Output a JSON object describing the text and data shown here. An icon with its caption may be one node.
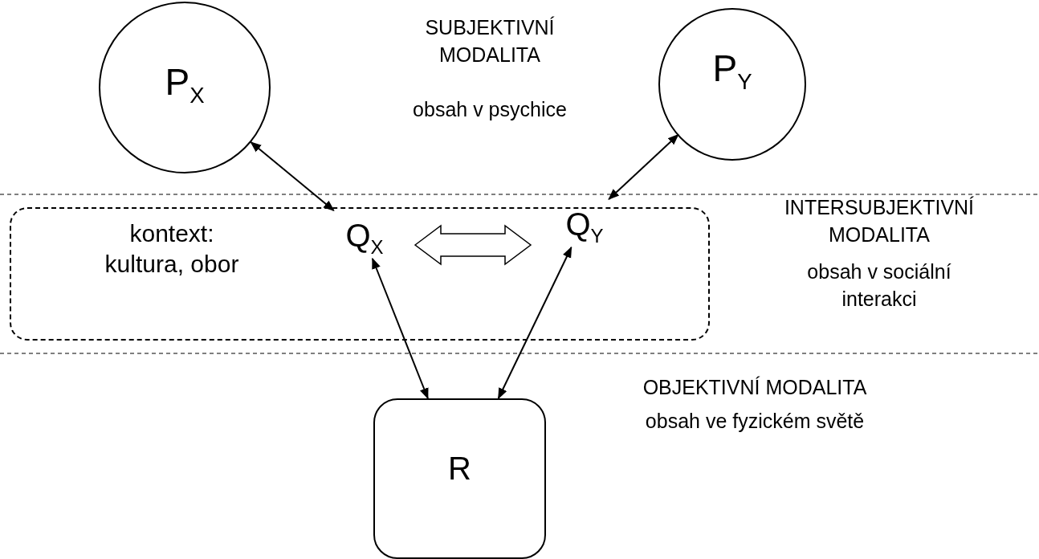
{
  "diagram": {
    "nodes": [
      {
        "text": [
          "P$_{X}$"
        ]
      },
      {
        "text": [
          "P$_{Y}$"
        ]
      },
      {
        "text": [
          "kontext: kultura, obor"
        ]
      },
      {
        "text": [
          "Q$_{X}$"
        ],
        "in": 2
      },
      {
        "text": [
          "Q$_{Y}$"
        ],
        "in": 2
      },
      {
        "text": [
          "R"
        ]
      }
    ],
    "edges": [
      {
        "from": 0,
        "to": 3,
        "arrow": "both"
      },
      {
        "from": 1,
        "to": 4,
        "arrow": "both"
      },
      {
        "from": 3,
        "to": 4,
        "arrow": "both",
        "style": "thick"
      },
      {
        "from": 3,
        "to": 5,
        "arrow": "both"
      },
      {
        "from": 4,
        "to": 5,
        "arrow": "both"
      }
    ],
    "labels": [
      "SUBJEKTIVNÍ MODALITA",
      "obsah v psychice",
      "INTERSUBJEKTIVNÍ MODALITA",
      "obsah v sociální interakci",
      "OBJEKTIVNÍ MODALITA",
      "obsah ve fyzickém světě"
    ]
  }
}
